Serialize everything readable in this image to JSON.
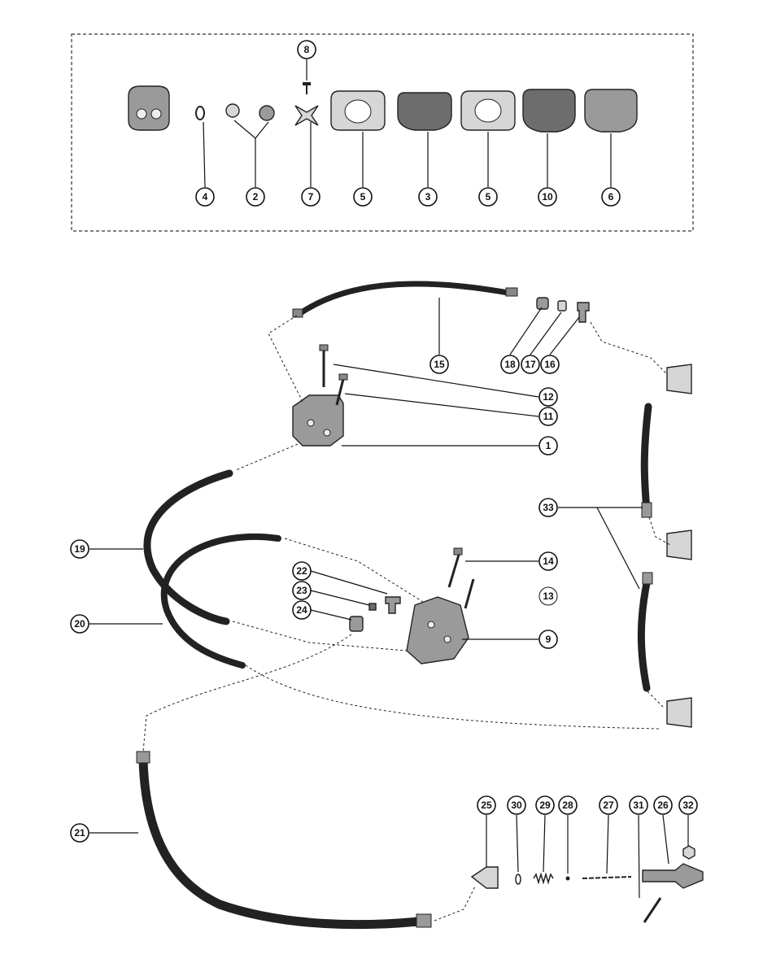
{
  "callouts": {
    "c4": "4",
    "c2a": "2",
    "c8": "8",
    "c7": "7",
    "c5a": "5",
    "c3": "3",
    "c5b": "5",
    "c10": "10",
    "c6": "6",
    "c15": "15",
    "c18": "18",
    "c17": "17",
    "c16": "16",
    "c12": "12",
    "c11": "11",
    "c1": "1",
    "c33": "33",
    "c19": "19",
    "c14": "14",
    "c22": "22",
    "c23": "23",
    "c13": "13",
    "c24": "24",
    "c20": "20",
    "c9": "9",
    "c21": "21",
    "c25": "25",
    "c30": "30",
    "c29": "29",
    "c28": "28",
    "c27": "27",
    "c31": "31",
    "c26": "26",
    "c32": "32"
  }
}
